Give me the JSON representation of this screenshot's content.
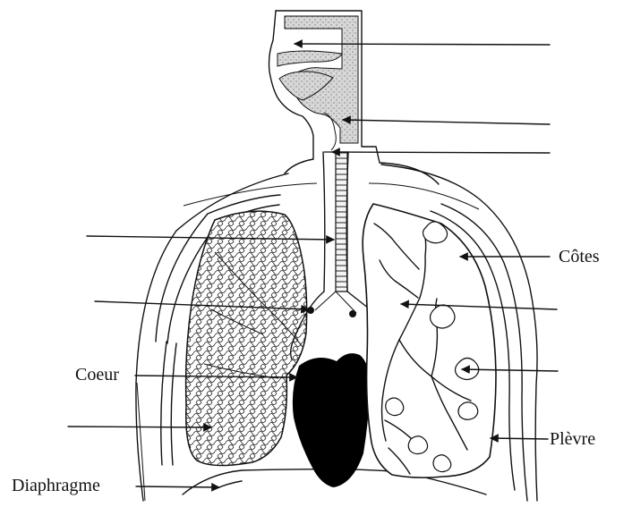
{
  "labels": {
    "cotes": "Côtes",
    "coeur": "Coeur",
    "plevre": "Plèvre",
    "diaphragme": "Diaphragme"
  }
}
